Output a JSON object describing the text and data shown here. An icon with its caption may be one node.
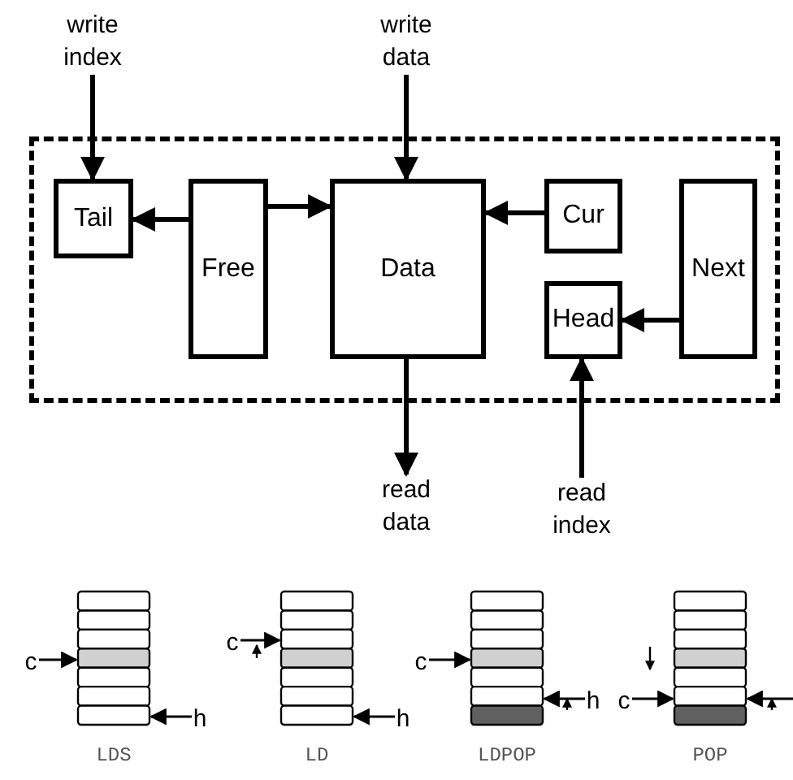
{
  "diagram": {
    "nodes": [
      {
        "text": [],
        "shape": "box"
      },
      {
        "text": [
          "Tail"
        ],
        "in": 0
      },
      {
        "text": [
          "Free"
        ],
        "in": 0
      },
      {
        "text": [
          "Data"
        ],
        "in": 0
      },
      {
        "text": [
          "Cur"
        ],
        "in": 0
      },
      {
        "text": [
          "Head"
        ],
        "in": 0
      },
      {
        "text": [
          "Next"
        ],
        "in": 0
      },
      {
        "text": [
          "write index"
        ]
      },
      {
        "text": [
          "write data"
        ]
      },
      {
        "text": [
          "read data"
        ]
      },
      {
        "text": [
          "read index"
        ]
      },
      {
        "text": [],
        "shape": "box",
        "beside": [
          "LDS"
        ]
      },
      {
        "text": [],
        "shape": "box",
        "beside": [
          "LD"
        ]
      },
      {
        "text": [],
        "shape": "box",
        "beside": [
          "LDPOP"
        ]
      },
      {
        "text": [],
        "shape": "box",
        "beside": [
          "POP"
        ]
      },
      {
        "text": [
          "c"
        ]
      },
      {
        "text": [
          "h"
        ]
      },
      {
        "text": [
          "c"
        ]
      },
      {
        "text": [
          "h"
        ]
      },
      {
        "text": [
          "c"
        ]
      },
      {
        "text": [
          "h"
        ]
      },
      {
        "text": [
          "c"
        ]
      }
    ],
    "edges": [
      {
        "from": 7,
        "to": 1,
        "arrow": "to",
        "style": "thick"
      },
      {
        "from": 2,
        "to": 1,
        "arrow": "to",
        "style": "thick"
      },
      {
        "from": 2,
        "to": 3,
        "arrow": "to",
        "style": "thick"
      },
      {
        "from": 8,
        "to": 3,
        "arrow": "to",
        "style": "thick"
      },
      {
        "from": 4,
        "to": 3,
        "arrow": "to",
        "style": "thick"
      },
      {
        "from": 6,
        "to": 5,
        "arrow": "to",
        "style": "thick"
      },
      {
        "from": 3,
        "to": 9,
        "arrow": "to",
        "style": "thick"
      },
      {
        "from": 10,
        "to": 5,
        "arrow": "to",
        "style": "thick"
      },
      {
        "from": 15,
        "to": 11,
        "arrow": "to"
      },
      {
        "from": 16,
        "to": 11,
        "arrow": "to"
      },
      {
        "from": 17,
        "to": 12,
        "arrow": "to"
      },
      {
        "from": 18,
        "to": 12,
        "arrow": "to"
      },
      {
        "from": 19,
        "to": 13,
        "arrow": "to"
      },
      {
        "from": 20,
        "to": 13,
        "arrow": "to"
      },
      {
        "from": 21,
        "to": 14,
        "arrow": "to"
      },
      {
        "from": null,
        "to": 14,
        "arrow": "to"
      }
    ]
  }
}
